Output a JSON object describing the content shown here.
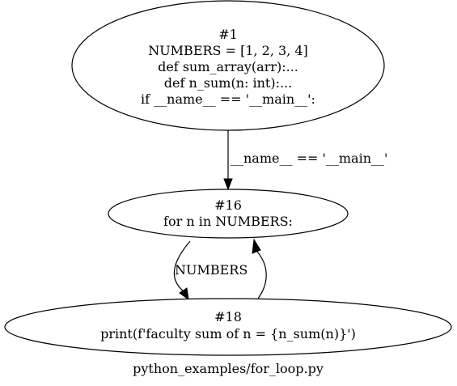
{
  "graph": {
    "caption": "python_examples/for_loop.py",
    "nodes": [
      {
        "id": "n1",
        "lines": [
          "#1",
          "NUMBERS = [1, 2, 3, 4]",
          "def sum_array(arr):...",
          "def n_sum(n: int):...",
          "if __name__ == '__main__':"
        ]
      },
      {
        "id": "n16",
        "lines": [
          "#16",
          "for n in NUMBERS:"
        ]
      },
      {
        "id": "n18",
        "lines": [
          "#18",
          "print(f'faculty sum of n = {n_sum(n)}')"
        ]
      }
    ],
    "edges": [
      {
        "from": "n1",
        "to": "n16",
        "label": "__name__ == '__main__'"
      },
      {
        "from": "n16",
        "to": "n18",
        "label": "NUMBERS"
      },
      {
        "from": "n18",
        "to": "n16",
        "label": ""
      }
    ]
  }
}
